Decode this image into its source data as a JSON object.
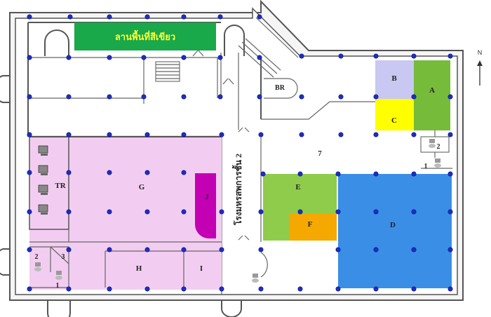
{
  "map": {
    "green_area_label": "ลานพื้นที่สีเขียว",
    "auditorium_label": "โรงมหรสพการชั้น 2",
    "north_label": "N",
    "rooms": {
      "A": "A",
      "B": "B",
      "C": "C",
      "D": "D",
      "E": "E",
      "F": "F",
      "G": "G",
      "H": "H",
      "I": "I",
      "J": "J",
      "TR": "TR",
      "BR": "BR",
      "seven": "7",
      "one_right": "1",
      "two_right": "2",
      "one_left": "1",
      "two_left": "2",
      "three_left": "3"
    },
    "colors": {
      "green_area": "#19a84a",
      "A": "#76bb3a",
      "B": "#c8c8f2",
      "C": "#ffff00",
      "D": "#3a8ee6",
      "E": "#8fcc4c",
      "F": "#f5a800",
      "G": "#f3cdf1",
      "J": "#c400b4",
      "column": "#1f2dc4",
      "wall": "#555555"
    }
  }
}
